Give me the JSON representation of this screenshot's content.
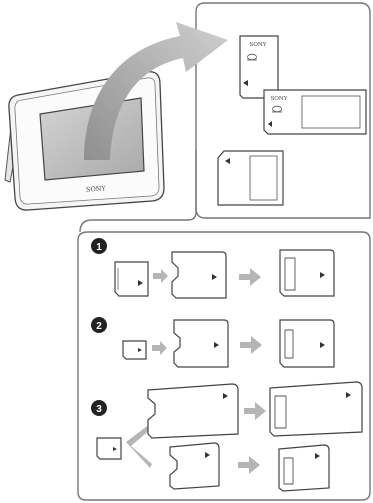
{
  "photo_frame": {
    "brand": "SONY"
  },
  "cards": {
    "memory_stick_duo_label": "SONY",
    "memory_stick_label": "SONY"
  },
  "steps": [
    {
      "number": "1"
    },
    {
      "number": "2"
    },
    {
      "number": "3"
    }
  ],
  "colors": {
    "outline": "#555555",
    "arrow_fill": "#b5b5b5",
    "frame_screen": "#bdbdbd",
    "step_badge": "#222222"
  },
  "icons": [
    "curved-arrow-icon",
    "right-arrow-icon",
    "sony-memory-stick-logo"
  ]
}
